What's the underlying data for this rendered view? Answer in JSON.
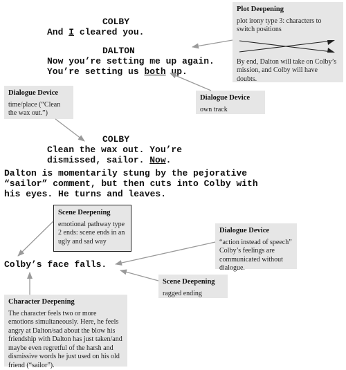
{
  "script": {
    "line1_character": "COLBY",
    "line1_pre": "And ",
    "line1_emph": "I",
    "line1_post": " cleared you.",
    "line2_character": "DALTON",
    "line2_a": "Now you’re setting me up again.",
    "line2_b_pre": "You’re setting us ",
    "line2_b_emph": "both",
    "line2_b_post": " up.",
    "line3_character": "COLBY",
    "line3_a": "Clean the wax out. You’re",
    "line3_b_pre": "dismissed, sailor. ",
    "line3_b_emph": "Now",
    "line3_b_post": ".",
    "action1": "Dalton is momentarily stung by the pejorative",
    "action2": "“sailor” comment, but then cuts into Colby with",
    "action3": "his eyes. He turns and leaves.",
    "action4": "Colby’s face falls."
  },
  "notes": {
    "plot_deepening": {
      "title": "Plot Deepening",
      "body": "plot irony type 3: characters to switch positions",
      "footer": "By end, Dalton will take on Colby’s mission, and Colby will have doubts."
    },
    "dialogue_device_1": {
      "title": "Dialogue Device",
      "body": "time/place (“Clean the wax out.”)"
    },
    "dialogue_device_2": {
      "title": "Dialogue Device",
      "body": "own track"
    },
    "scene_deepening_1": {
      "title": "Scene Deepening",
      "body": "emotional pathway type 2 ends: scene ends in an ugly and sad way"
    },
    "dialogue_device_3": {
      "title": "Dialogue Device",
      "body": "“action instead of speech” Colby’s feelings are communicated without dialogue."
    },
    "scene_deepening_2": {
      "title": "Scene Deepening",
      "body": "ragged ending"
    },
    "character_deepening": {
      "title": "Character Deepening",
      "body": "The character feels two or more emotions simultaneously. Here, he feels angry at Dalton/sad about the blow his friendship with Dalton has just taken/and maybe even regretful of the harsh and dismissive words he just used on his old friend (“sailor”)."
    }
  },
  "colors": {
    "note_bg": "#e6e6e6",
    "arrow": "#9a9a9a",
    "text": "#111111"
  }
}
